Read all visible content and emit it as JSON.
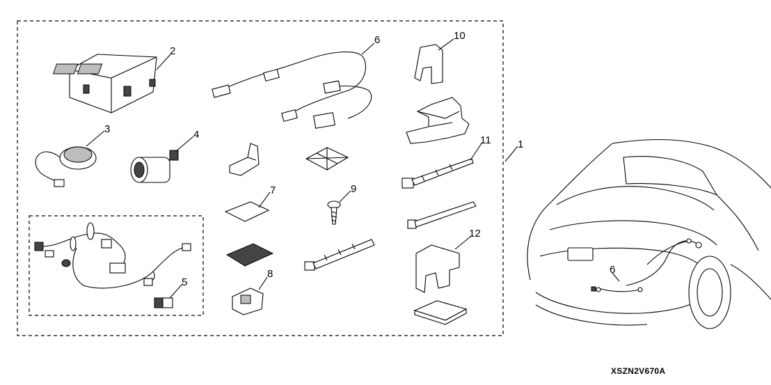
{
  "callouts": {
    "c1": "1",
    "c2": "2",
    "c3": "3",
    "c4": "4",
    "c5": "5",
    "c6": "6",
    "c6b": "6",
    "c7": "7",
    "c8": "8",
    "c9": "9",
    "c10": "10",
    "c11": "11",
    "c12": "12"
  },
  "reference_code": "XSZN2V670A"
}
